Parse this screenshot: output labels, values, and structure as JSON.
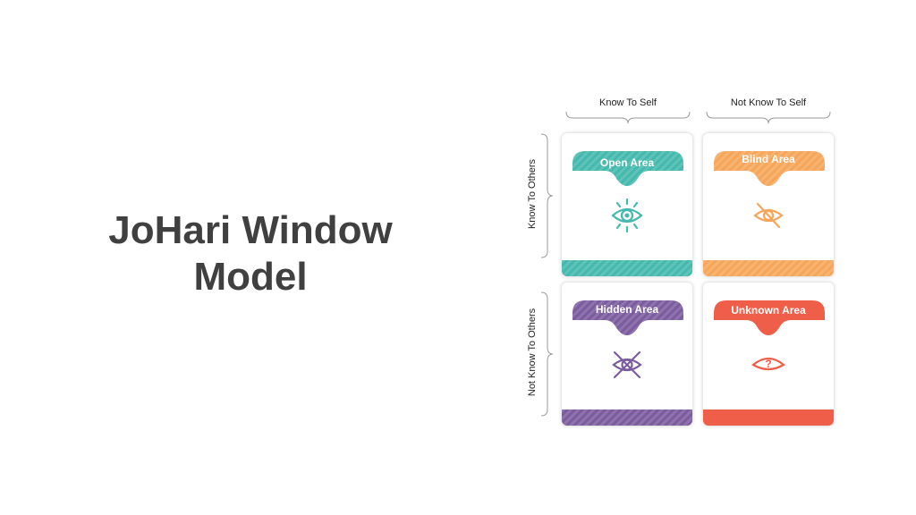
{
  "title": "JoHari Window Model",
  "columns": [
    {
      "label": "Know To Self"
    },
    {
      "label": "Not Know To Self"
    }
  ],
  "rows": [
    {
      "label": "Know To Others"
    },
    {
      "label": "Not Know To Others"
    }
  ],
  "quadrants": [
    {
      "label": "Open Area",
      "color": "#45b9ad",
      "icon": "eye-icon"
    },
    {
      "label": "Blind Area",
      "color": "#f6a65a",
      "icon": "eye-slash-icon"
    },
    {
      "label": "Hidden Area",
      "color": "#7b5c9e",
      "icon": "eye-crossed-icon"
    },
    {
      "label": "Unknown Area",
      "color": "#ee5e48",
      "icon": "eye-question-icon"
    }
  ]
}
